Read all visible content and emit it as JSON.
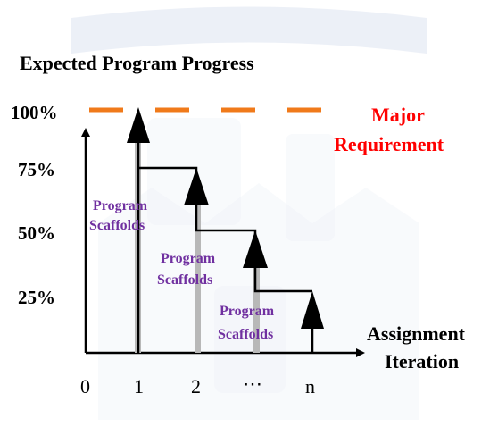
{
  "diagram": {
    "title": "Expected Program Progress",
    "y_ticks": [
      "100%",
      "75%",
      "50%",
      "25%"
    ],
    "x_ticks": [
      "0",
      "1",
      "2",
      "⋯",
      "n"
    ],
    "x_axis_label": [
      "Assignment",
      "Iteration"
    ],
    "major_requirement": [
      "Major",
      "Requirement"
    ],
    "scaffold_label": [
      "Program",
      "Scaffolds"
    ],
    "colors": {
      "axis": "#000000",
      "steps": "#000000",
      "bars": "#b8b8b8",
      "dashed_target": "#f07a1a",
      "major_text": "#ff0000",
      "scaffold_text": "#7030a0",
      "watermark": "#c9d3e8"
    }
  }
}
